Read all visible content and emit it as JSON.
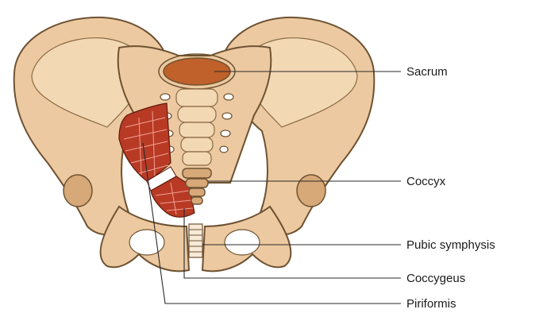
{
  "labels": {
    "sacrum": "Sacrum",
    "coccyx": "Coccyx",
    "pubic_symphysis": "Pubic symphysis",
    "coccygeus": "Coccygeus",
    "piriformis": "Piriformis"
  },
  "colors": {
    "bone": "#ecc9a0",
    "bone_outline": "#6e5232",
    "muscle": "#b83a25",
    "sacrum_top": "#c0602a",
    "leader_line": "#2a2a2a"
  }
}
